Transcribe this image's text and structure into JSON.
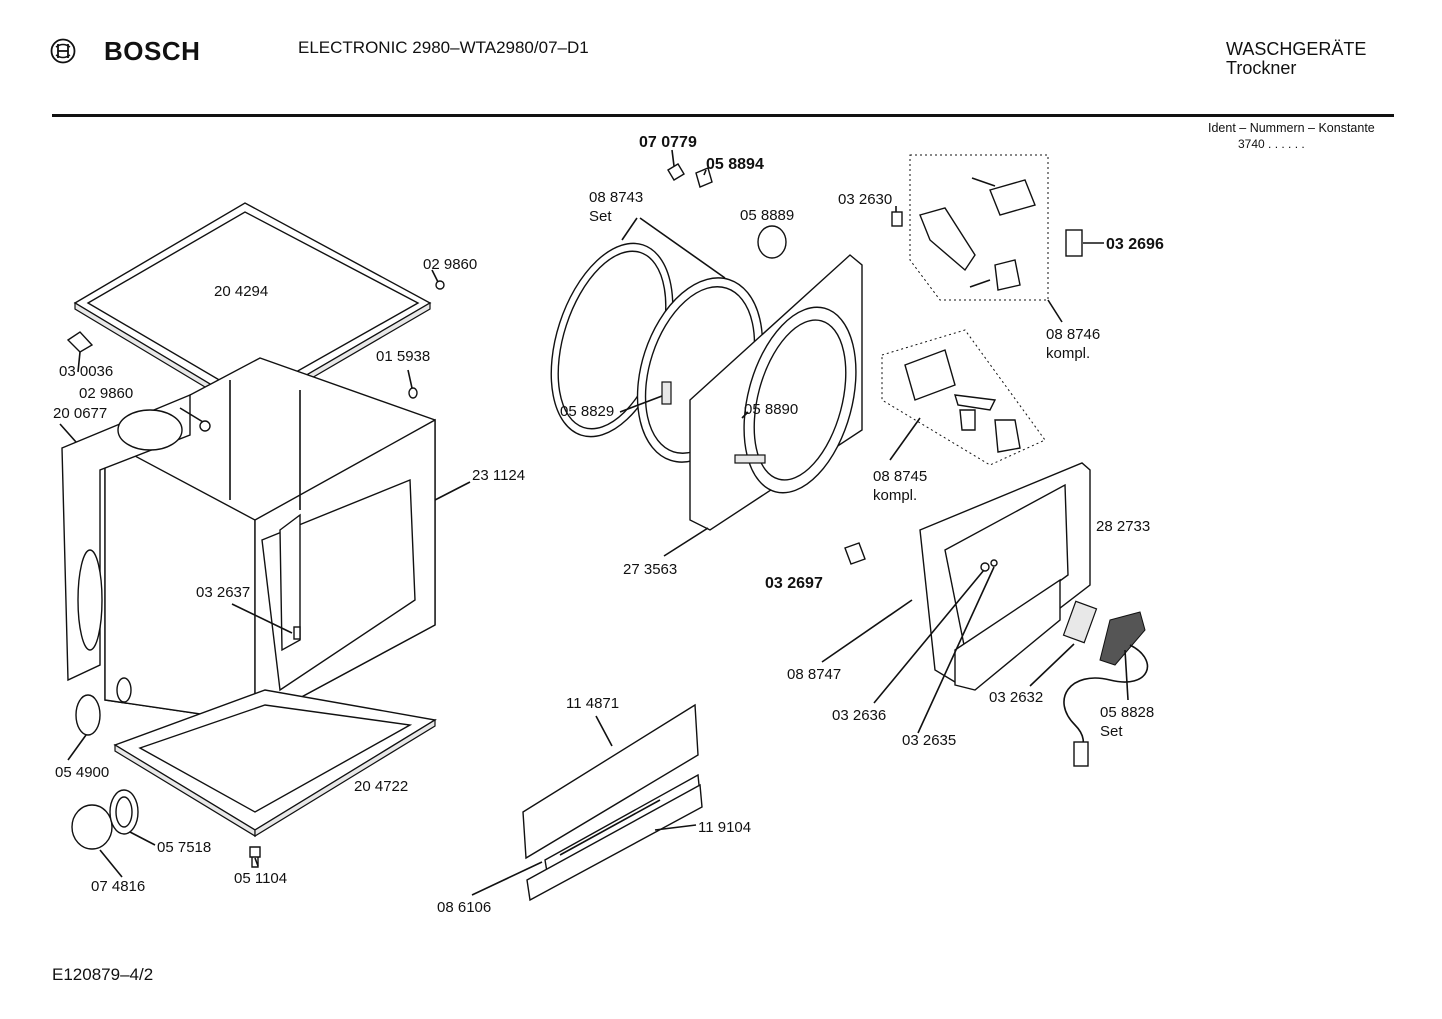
{
  "header": {
    "brand": "BOSCH",
    "model": "ELECTRONIC 2980–WTA2980/07–D1",
    "category_line1": "WASCHGERÄTE",
    "category_line2": "Trockner",
    "ident_title": "Ident – Nummern – Konstante",
    "ident_value": "3740  .  .  .  .  .  ."
  },
  "footer": {
    "doc_id": "E120879–4/2"
  },
  "diagram": {
    "labels": {
      "p204294": "20 4294",
      "p029860a": "02 9860",
      "p030036": "03 0036",
      "p029860b": "02 9860",
      "p015938": "01 5938",
      "p200677": "20 0677",
      "p231124": "23 1124",
      "p032637": "03 2637",
      "p054900": "05 4900",
      "p057518": "05 7518",
      "p074816": "07 4816",
      "p051104": "05 1104",
      "p204722": "20 4722",
      "p070779": "07 0779",
      "p058894": "05 8894",
      "p088743": "08 8743",
      "p088743_set": "Set",
      "p058889": "05 8889",
      "p032630": "03 2630",
      "p032696": "03 2696",
      "p088746": "08 8746",
      "p088746_k": "kompl.",
      "p058829": "05 8829",
      "p058890": "05 8890",
      "p088745": "08 8745",
      "p088745_k": "kompl.",
      "p273563": "27 3563",
      "p282733": "28 2733",
      "p032697": "03 2697",
      "p088747": "08 8747",
      "p032636": "03 2636",
      "p032635": "03 2635",
      "p032632": "03 2632",
      "p058828": "05 8828",
      "p058828_set": "Set",
      "p114871": "11 4871",
      "p119104": "11 9104",
      "p086106": "08 6106"
    }
  }
}
